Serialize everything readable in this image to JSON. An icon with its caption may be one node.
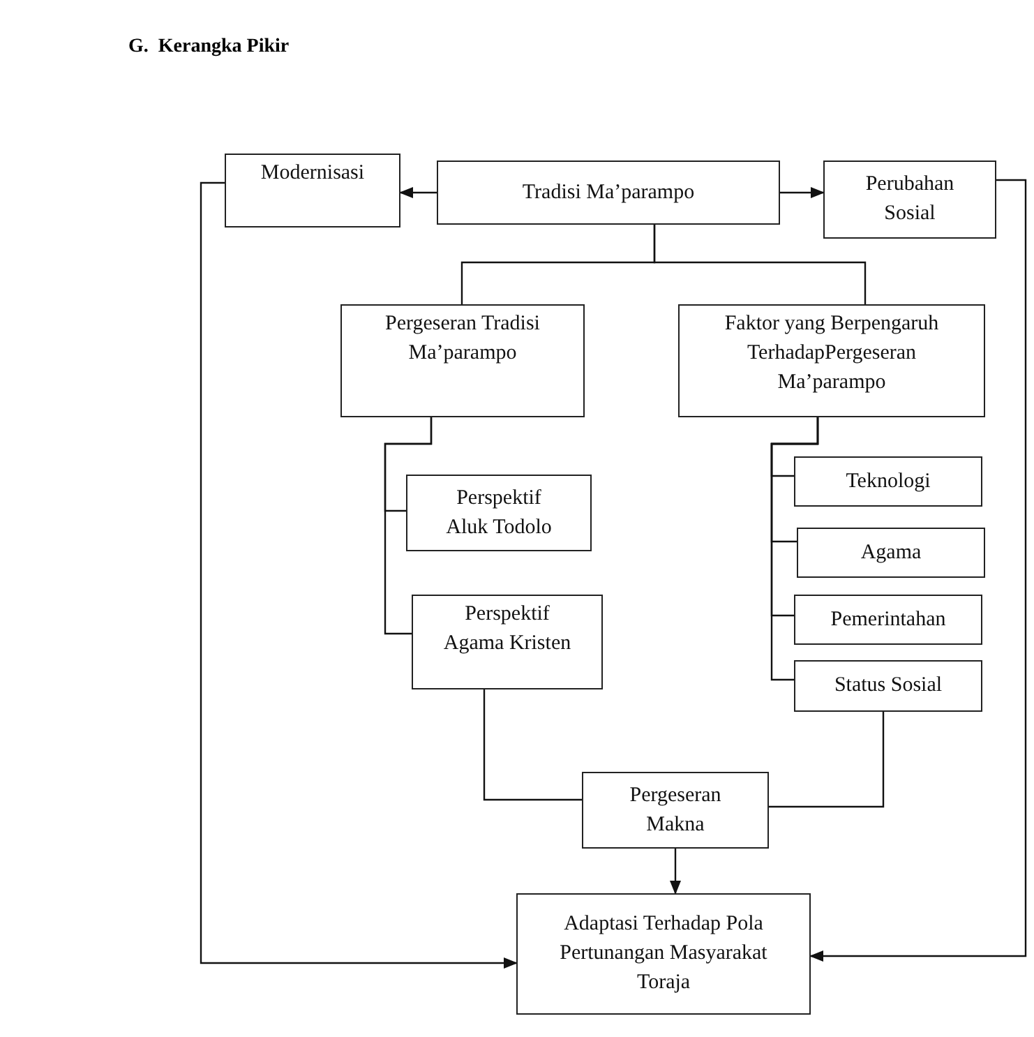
{
  "diagram": {
    "title": "G.  Kerangka Pikir",
    "nodes": [
      {
        "text": [
          "Modernisasi"
        ]
      },
      {
        "text": [
          "Tradisi Ma’parampo"
        ]
      },
      {
        "text": [
          "Perubahan Sosial"
        ]
      },
      {
        "text": [
          "Pergeseran Tradisi Ma’parampo"
        ]
      },
      {
        "text": [
          "Faktor yang Berpengaruh TerhadapPergeseran Ma’parampo"
        ]
      },
      {
        "text": [
          "Perspektif Aluk Todolo"
        ]
      },
      {
        "text": [
          "Perspektif Agama Kristen"
        ]
      },
      {
        "text": [
          "Teknologi"
        ]
      },
      {
        "text": [
          "Agama"
        ]
      },
      {
        "text": [
          "Pemerintahan"
        ]
      },
      {
        "text": [
          "Status Sosial"
        ]
      },
      {
        "text": [
          "Pergeseran Makna"
        ]
      },
      {
        "text": [
          "Adaptasi Terhadap Pola Pertunangan Masyarakat Toraja"
        ]
      }
    ],
    "edges": [
      {
        "from": 1,
        "to": 0,
        "arrow": "to"
      },
      {
        "from": 1,
        "to": 2,
        "arrow": "to"
      },
      {
        "from": 1,
        "to": 3,
        "arrow": "none"
      },
      {
        "from": 1,
        "to": 4,
        "arrow": "none"
      },
      {
        "from": 3,
        "to": 5,
        "arrow": "none"
      },
      {
        "from": 3,
        "to": 6,
        "arrow": "none"
      },
      {
        "from": 4,
        "to": 7,
        "arrow": "none"
      },
      {
        "from": 4,
        "to": 8,
        "arrow": "none"
      },
      {
        "from": 4,
        "to": 9,
        "arrow": "none"
      },
      {
        "from": 4,
        "to": 10,
        "arrow": "none"
      },
      {
        "from": 6,
        "to": 11,
        "arrow": "none"
      },
      {
        "from": 10,
        "to": 11,
        "arrow": "none"
      },
      {
        "from": 11,
        "to": 12,
        "arrow": "to"
      },
      {
        "from": 0,
        "to": 12,
        "arrow": "to"
      },
      {
        "from": 2,
        "to": 12,
        "arrow": "to"
      }
    ]
  }
}
